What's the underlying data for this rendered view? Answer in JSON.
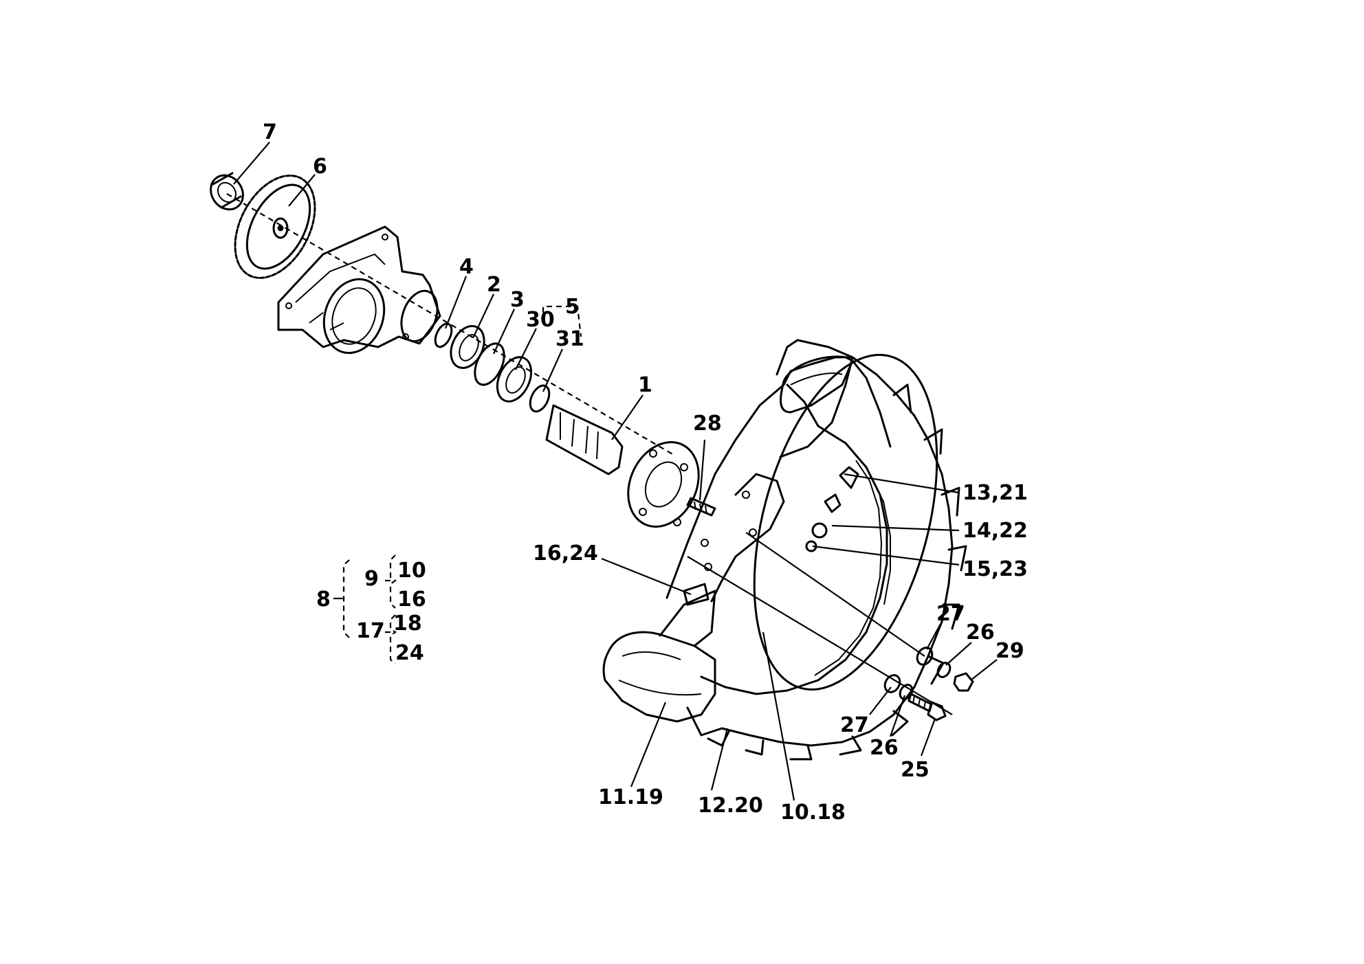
{
  "colors": {
    "ink": "#000000",
    "paper": "#ffffff"
  },
  "callouts": [
    {
      "id": "c7",
      "text": "7"
    },
    {
      "id": "c6",
      "text": "6"
    },
    {
      "id": "c4",
      "text": "4"
    },
    {
      "id": "c2",
      "text": "2"
    },
    {
      "id": "c3",
      "text": "3"
    },
    {
      "id": "c5",
      "text": "5"
    },
    {
      "id": "c30",
      "text": "30"
    },
    {
      "id": "c31",
      "text": "31"
    },
    {
      "id": "c1",
      "text": "1"
    },
    {
      "id": "c28",
      "text": "28"
    },
    {
      "id": "c13-21",
      "text": "13,21"
    },
    {
      "id": "c14-22",
      "text": "14,22"
    },
    {
      "id": "c15-23",
      "text": "15,23"
    },
    {
      "id": "c16-24",
      "text": "16,24"
    },
    {
      "id": "c27a",
      "text": "27"
    },
    {
      "id": "c26a",
      "text": "26"
    },
    {
      "id": "c29",
      "text": "29"
    },
    {
      "id": "c27b",
      "text": "27"
    },
    {
      "id": "c26b",
      "text": "26"
    },
    {
      "id": "c25",
      "text": "25"
    },
    {
      "id": "c11-19",
      "text": "11.19"
    },
    {
      "id": "c12-20",
      "text": "12.20"
    },
    {
      "id": "c10-18",
      "text": "10.18"
    }
  ],
  "assembly_tree": {
    "root": "8",
    "group_a": "9",
    "group_a_items": [
      "10",
      "16"
    ],
    "group_b": "17",
    "group_b_items": [
      "18",
      "24"
    ]
  }
}
